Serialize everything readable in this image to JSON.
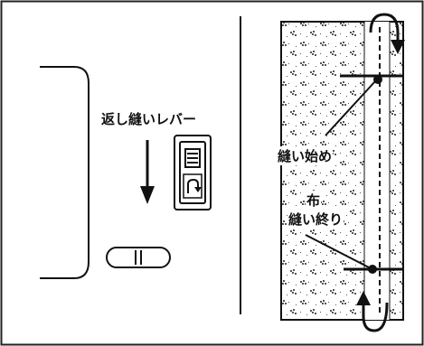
{
  "labels": {
    "reverse_lever": "返し縫いレバー",
    "sew_start": "縫い始め",
    "fabric": "布",
    "sew_end": "縫い終り"
  },
  "icons": {
    "lever": "reverse-stitch-lever-icon",
    "arrow": "down-arrow-icon",
    "button": "oval-button-icon"
  }
}
